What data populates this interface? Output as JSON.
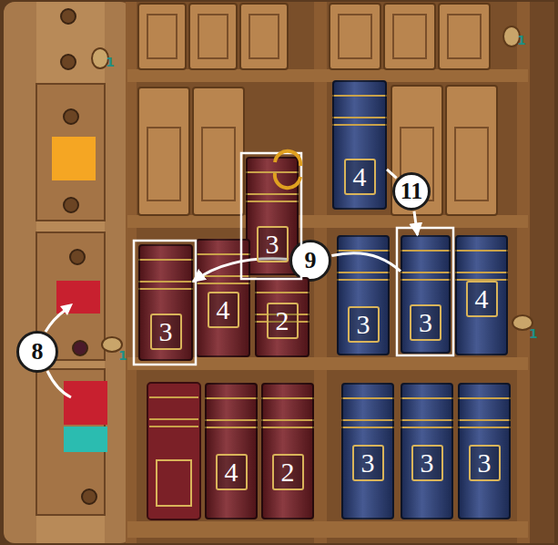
{
  "diagram": {
    "nodes": [
      {
        "text": [
          "4"
        ]
      },
      {
        "text": [
          "11"
        ]
      },
      {
        "text": [
          "3"
        ]
      },
      {
        "text": [
          "9"
        ]
      },
      {
        "text": [
          "3"
        ]
      },
      {
        "text": [
          "4"
        ]
      },
      {
        "text": [
          "2"
        ]
      },
      {
        "text": [
          "3"
        ]
      },
      {
        "text": [
          "3"
        ]
      },
      {
        "text": [
          "4"
        ]
      },
      {
        "text": [
          "8"
        ]
      },
      {
        "text": [
          "4"
        ]
      },
      {
        "text": [
          "2"
        ]
      },
      {
        "text": [
          "3"
        ]
      },
      {
        "text": [
          "3"
        ]
      },
      {
        "text": [
          "3"
        ]
      }
    ],
    "edges": [
      {
        "from": 1,
        "to": 0,
        "arrow": "none"
      },
      {
        "from": 1,
        "to": 8,
        "arrow": "to"
      },
      {
        "from": 3,
        "to": 4,
        "arrow": "to"
      },
      {
        "from": 3,
        "to": 8,
        "arrow": "none"
      }
    ],
    "labels": [
      "1",
      "1",
      "1",
      "1"
    ]
  }
}
